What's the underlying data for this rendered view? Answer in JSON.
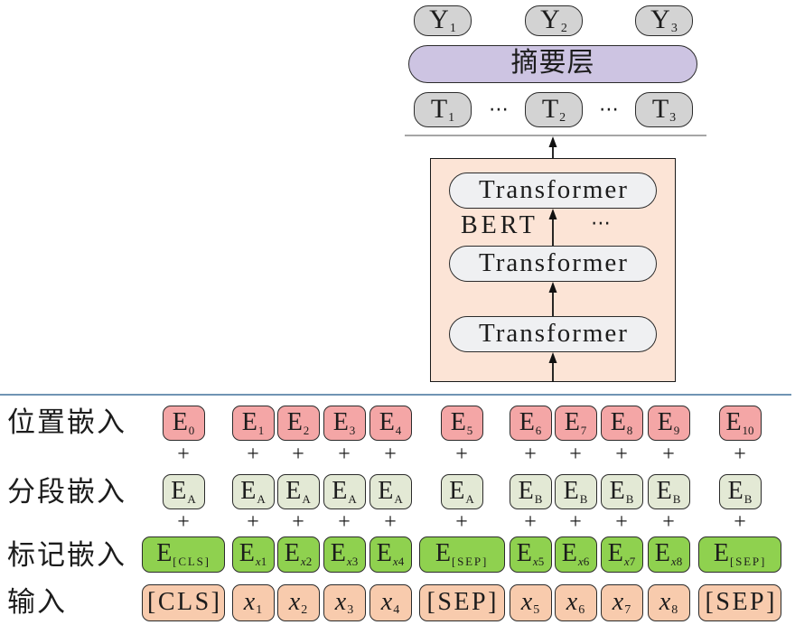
{
  "colors": {
    "output_box": "#d3d3d3",
    "summary_layer": "#cdc4e2",
    "bert_box": "#fce4d6",
    "transformer_box": "#eff0f2",
    "position_embedding": "#f4a6a6",
    "segment_embedding": "#e3e9d5",
    "token_embedding": "#8fd14f",
    "input_token": "#f8cbad",
    "blue_divider": "#41719c",
    "gray_divider": "#a6a6a6",
    "border": "#2b2b2b"
  },
  "outputs": [
    {
      "base": "Y",
      "sub": "1"
    },
    {
      "base": "Y",
      "sub": "2"
    },
    {
      "base": "Y",
      "sub": "3"
    }
  ],
  "summary_layer": {
    "label": "摘要层"
  },
  "bert_outputs": {
    "items": [
      {
        "base": "T",
        "sub": "1"
      },
      {
        "base": "T",
        "sub": "2"
      },
      {
        "base": "T",
        "sub": "3"
      }
    ],
    "ellipsis": "⋯"
  },
  "bert": {
    "label": "BERT",
    "ellipsis": "⋯",
    "layers": [
      "Transformer",
      "Transformer",
      "Transformer"
    ]
  },
  "plus": "+",
  "rows": {
    "position": {
      "label": "位置嵌入",
      "items": [
        {
          "base": "E",
          "sub": "0"
        },
        {
          "base": "E",
          "sub": "1"
        },
        {
          "base": "E",
          "sub": "2"
        },
        {
          "base": "E",
          "sub": "3"
        },
        {
          "base": "E",
          "sub": "4"
        },
        {
          "base": "E",
          "sub": "5"
        },
        {
          "base": "E",
          "sub": "6"
        },
        {
          "base": "E",
          "sub": "7"
        },
        {
          "base": "E",
          "sub": "8"
        },
        {
          "base": "E",
          "sub": "9"
        },
        {
          "base": "E",
          "sub": "10"
        }
      ]
    },
    "segment": {
      "label": "分段嵌入",
      "items": [
        {
          "base": "E",
          "sub": "A"
        },
        {
          "base": "E",
          "sub": "A"
        },
        {
          "base": "E",
          "sub": "A"
        },
        {
          "base": "E",
          "sub": "A"
        },
        {
          "base": "E",
          "sub": "A"
        },
        {
          "base": "E",
          "sub": "A"
        },
        {
          "base": "E",
          "sub": "B"
        },
        {
          "base": "E",
          "sub": "B"
        },
        {
          "base": "E",
          "sub": "B"
        },
        {
          "base": "E",
          "sub": "B"
        },
        {
          "base": "E",
          "sub": "B"
        }
      ]
    },
    "token": {
      "label": "标记嵌入",
      "items": [
        {
          "base": "E",
          "sub": "[CLS]"
        },
        {
          "base": "E",
          "sub_var": "x",
          "sub": "1"
        },
        {
          "base": "E",
          "sub_var": "x",
          "sub": "2"
        },
        {
          "base": "E",
          "sub_var": "x",
          "sub": "3"
        },
        {
          "base": "E",
          "sub_var": "x",
          "sub": "4"
        },
        {
          "base": "E",
          "sub": "[SEP]"
        },
        {
          "base": "E",
          "sub_var": "x",
          "sub": "5"
        },
        {
          "base": "E",
          "sub_var": "x",
          "sub": "6"
        },
        {
          "base": "E",
          "sub_var": "x",
          "sub": "7"
        },
        {
          "base": "E",
          "sub_var": "x",
          "sub": "8"
        },
        {
          "base": "E",
          "sub": "[SEP]"
        }
      ]
    },
    "input": {
      "label": "输入",
      "items": [
        {
          "text": "[CLS]"
        },
        {
          "var": "x",
          "sub": "1"
        },
        {
          "var": "x",
          "sub": "2"
        },
        {
          "var": "x",
          "sub": "3"
        },
        {
          "var": "x",
          "sub": "4"
        },
        {
          "text": "[SEP]"
        },
        {
          "var": "x",
          "sub": "5"
        },
        {
          "var": "x",
          "sub": "6"
        },
        {
          "var": "x",
          "sub": "7"
        },
        {
          "var": "x",
          "sub": "8"
        },
        {
          "text": "[SEP]"
        }
      ]
    }
  }
}
